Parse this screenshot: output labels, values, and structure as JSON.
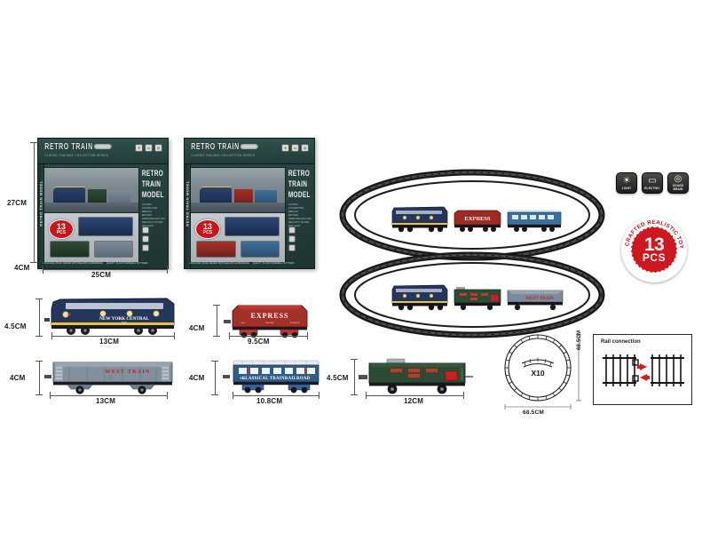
{
  "document": {
    "type": "product-specification-sheet",
    "subject": "Retro Train Model toy railway set"
  },
  "packages": [
    {
      "id": "package-front",
      "logo": "RETRO TRAIN",
      "logo_sub": "CLASSIC RAILWAY COLLECTION SERIES",
      "side_title": "RETRO\nTRAIN\nMODEL",
      "side_blurb": "CLASSIC LOCOMOTIVE REPLICA\nBATTERY OPERATED RAIL SET\nREALISTIC SOUND AND LIGHT",
      "spine_text": "RETRO TRAIN MODEL",
      "badge_number": "13",
      "badge_unit": "PCS",
      "footer_left": "LONG RAIL TRACK DESIGN WITH REALISTIC EXPERIENCE",
      "footer_right": "QUALITY PLASTIC MATERIAL TOY TRAIN",
      "mini_icons": [
        "light-icon",
        "electric-icon",
        "sound-icon"
      ],
      "dimensions": {
        "height": "27CM",
        "width": "25CM",
        "depth": "4CM"
      },
      "cars": [
        "navy-locomotive",
        "green-boxcar",
        "gray-hopper"
      ]
    },
    {
      "id": "package-variant",
      "logo": "RETRO TRAIN",
      "logo_sub": "CLASSIC RAILWAY COLLECTION SERIES",
      "side_title": "RETRO\nTRAIN\nMODEL",
      "side_blurb": "CLASSIC LOCOMOTIVE REPLICA\nBATTERY OPERATED RAIL SET\nREALISTIC SOUND AND LIGHT",
      "spine_text": "RETRO TRAIN MODEL",
      "badge_number": "13",
      "badge_unit": "PCS",
      "footer_left": "LONG RAIL TRACK DESIGN WITH REALISTIC EXPERIENCE",
      "footer_right": "QUALITY PLASTIC MATERIAL TOY TRAIN",
      "mini_icons": [
        "light-icon",
        "electric-icon",
        "sound-icon"
      ],
      "cars": [
        "navy-locomotive",
        "red-express-hopper",
        "blue-passenger"
      ]
    }
  ],
  "feature_icons": [
    {
      "name": "light-icon",
      "glyph": "☀",
      "label": "LIGHT"
    },
    {
      "name": "electric-icon",
      "glyph": "▭",
      "label": "ELECTRIC"
    },
    {
      "name": "sound-brain-icon",
      "glyph": "◎",
      "label": "SOUND\nBRAIN"
    }
  ],
  "seal": {
    "number": "13",
    "unit": "PCS",
    "arc_text": "FINELY CRAFTED REALISTIC TOY TRAIN",
    "color": "#cf1720"
  },
  "track_sets": [
    {
      "id": "track-set-top",
      "cars": [
        {
          "name": "navy-locomotive",
          "label": "NEW YORK CENTRAL",
          "color": "#25365c"
        },
        {
          "name": "red-express-hopper",
          "label": "EXPRESS",
          "color": "#9e2a24"
        },
        {
          "name": "blue-passenger-car",
          "label": "CLASSICAL TRAINRAILROAD",
          "color": "#3a6f9b"
        }
      ]
    },
    {
      "id": "track-set-bottom",
      "cars": [
        {
          "name": "navy-locomotive",
          "label": "NEW YORK CENTRAL",
          "color": "#25365c"
        },
        {
          "name": "green-boxcar",
          "label": "",
          "color": "#2f4a35"
        },
        {
          "name": "gray-hopper",
          "label": "WEST TRAIN",
          "color": "#7d8a99"
        }
      ]
    }
  ],
  "car_specs": [
    {
      "name": "locomotive-spec",
      "title": "NEW YORK CENTRAL",
      "sub_number": "1630",
      "height": "4.5CM",
      "length": "13CM",
      "color": "#25365c",
      "accent": "#e8c33d"
    },
    {
      "name": "express-hopper-spec",
      "title": "EXPRESS",
      "sub_number": "",
      "height": "4CM",
      "length": "9.5CM",
      "color": "#a3312a",
      "accent": "#ffffff"
    },
    {
      "name": "gray-hopper-spec",
      "title": "WEST TRAIN",
      "sub_number": "",
      "height": "4CM",
      "length": "13CM",
      "color": "#7d8a99",
      "accent": "#d01818"
    },
    {
      "name": "passenger-car-spec",
      "title": "CLASSICAL TRAINRAILROAD",
      "sub_number": "Y.M.",
      "height": "4CM",
      "length": "10.8CM",
      "color": "#2e5c86",
      "accent": "#ffffff"
    },
    {
      "name": "green-boxcar-spec",
      "title": "",
      "sub_number": "",
      "height": "4.5CM",
      "length": "12CM",
      "color": "#2d4a35",
      "accent": "#d01818"
    }
  ],
  "track_layout": {
    "name": "track-circle-diagram",
    "quantity_label": "X10",
    "width_label": "68.5CM",
    "height_label": "68.5CM"
  },
  "rail_connection": {
    "name": "rail-connection-diagram",
    "title": "Rail connection",
    "arrow_color": "#e01b1b"
  }
}
